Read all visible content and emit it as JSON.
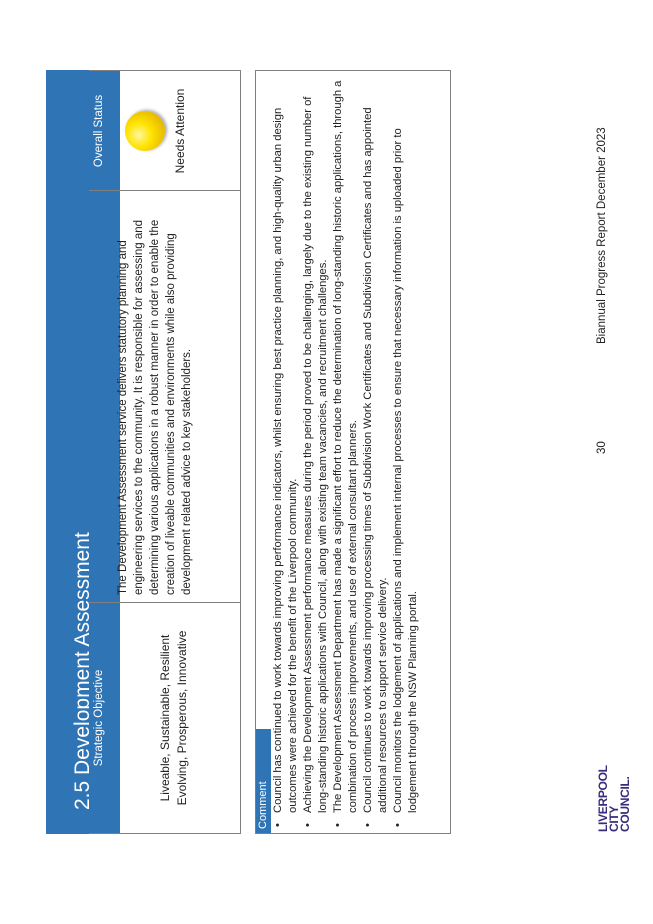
{
  "section_title": "2.5 Development Assessment",
  "table": {
    "headers": {
      "objective": "Strategic Objective",
      "description": "",
      "status": "Overall Status"
    },
    "objective_line1": "Liveable, Sustainable, Resilient",
    "objective_line2": "Evolving, Prosperous, Innovative",
    "description": "The Development Assessment service delivers statutory planning and engineering services to the community. It is responsible for assessing and determining various applications in a robust manner in order to enable the creation of liveable communities and environments while also providing development related advice to key stakeholders.",
    "status_label": "Needs Attention",
    "status_color": "#ffd800"
  },
  "comment": {
    "header": "Comment",
    "items": [
      "Council has continued to work towards improving performance indicators, whilst ensuring best practice planning, and high-quality urban design outcomes were achieved for the benefit of the Liverpool community.",
      "Achieving the Development Assessment performance measures during the period proved to be challenging, largely due to the existing number of long-standing historic applications with Council, along with existing team vacancies, and recruitment challenges.",
      "The Development Assessment Department has made a significant effort to reduce the determination of long-standing historic applications, through a combination of process improvements, and use of external consultant planners.",
      "Council continues to work towards improving processing times of Subdivision Work Certificates and Subdivision Certificates and has appointed additional resources to support service delivery.",
      "Council monitors the lodgement of applications and implement internal processes to ensure that necessary information is uploaded prior to lodgement through the NSW Planning portal."
    ]
  },
  "footer": {
    "logo_line1": "LIVERPOOL",
    "logo_line2": "CITY",
    "logo_line3": "COUNCIL",
    "page_number": "30",
    "report_name": "Biannual Progress Report December 2023"
  }
}
